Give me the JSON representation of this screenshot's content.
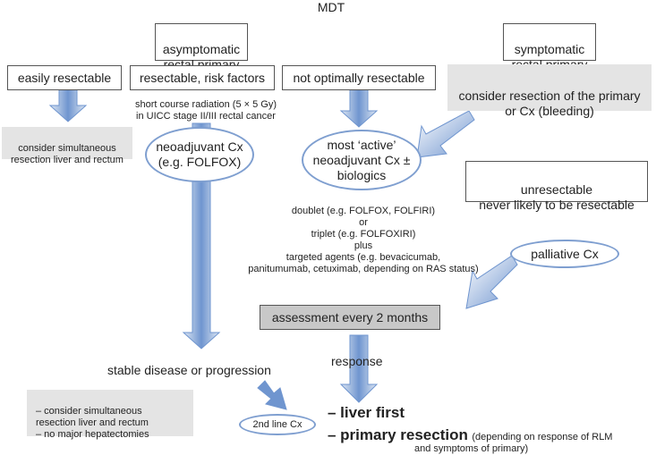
{
  "mdt": "MDT",
  "asymptomatic": "asymptomatic\nrectal primary",
  "symptomatic": "symptomatic\nrectal primary",
  "easily_resectable": "easily resectable",
  "resectable_risk": "resectable, risk factors",
  "not_optimal": "not optimally resectable",
  "consider_resection_primary": "consider resection of the primary\nor Cx (bleeding)",
  "consider_simultaneous_1": "consider simultaneous\nresection liver and rectum",
  "short_course": "short course radiation (5 × 5 Gy)\nin UICC stage II/III rectal cancer",
  "neoadjuvant": "neoadjuvant Cx\n(e.g. FOLFOX)",
  "most_active": "most ‘active’\nneoadjuvant Cx ±\nbiologics",
  "unresectable": "unresectable\nnever likely to be resectable",
  "regimen_text": "doublet (e.g. FOLFOX, FOLFIRI)\nor\ntriplet (e.g. FOLFOXIRI)\nplus\ntargeted agents (e.g. bevacicumab,\npanitumumab, cetuximab, depending on RAS status)",
  "palliative": "palliative Cx",
  "assessment": "assessment every 2 months",
  "stable_disease": "stable disease or progression",
  "response": "response",
  "consider_simultaneous_2": "– consider simultaneous\nresection liver and rectum\n– no major hepatectomies",
  "second_line": "2nd line Cx",
  "liver_first": "– liver first",
  "primary_resection": "– primary resection",
  "primary_resection_note": "(depending on response of RLM",
  "primary_resection_note2": "and symptoms of primary)",
  "colors": {
    "arrow_fill": "#6f95cf",
    "arrow_light": "#dde6f3",
    "grey_box": "#e4e4e4",
    "dark_box": "#c8c8c8"
  }
}
